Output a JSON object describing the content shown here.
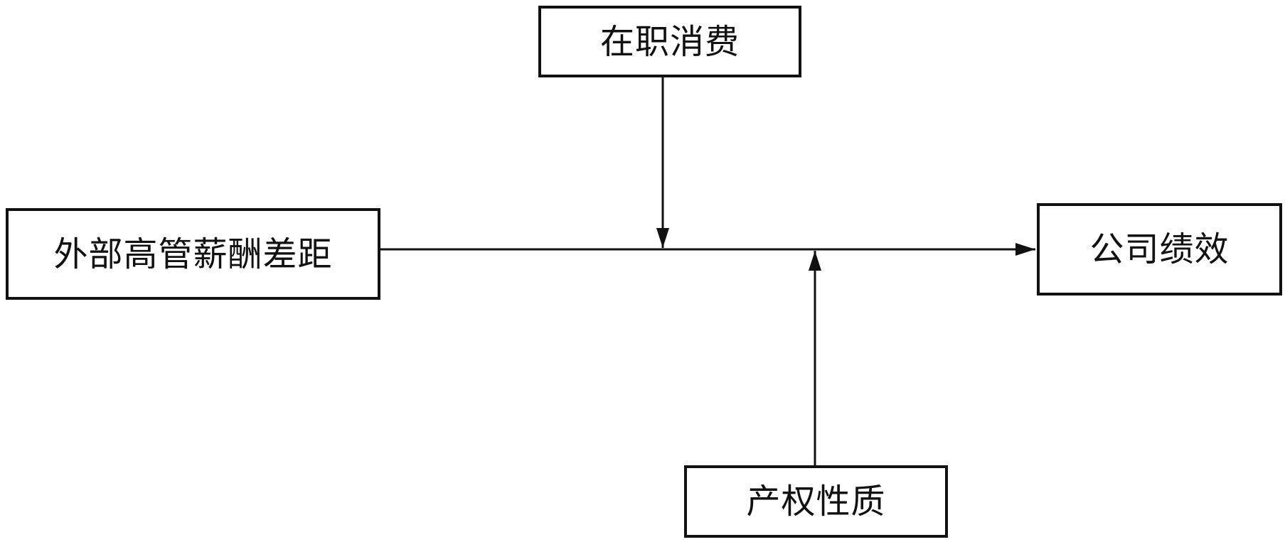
{
  "nodes": {
    "independent": {
      "label": "外部高管薪酬差距"
    },
    "moderator_top": {
      "label": "在职消费"
    },
    "dependent": {
      "label": "公司绩效"
    },
    "moderator_bottom": {
      "label": "产权性质"
    }
  },
  "colors": {
    "line": "#111111",
    "border": "#111111",
    "text": "#111111",
    "background": "#ffffff"
  }
}
